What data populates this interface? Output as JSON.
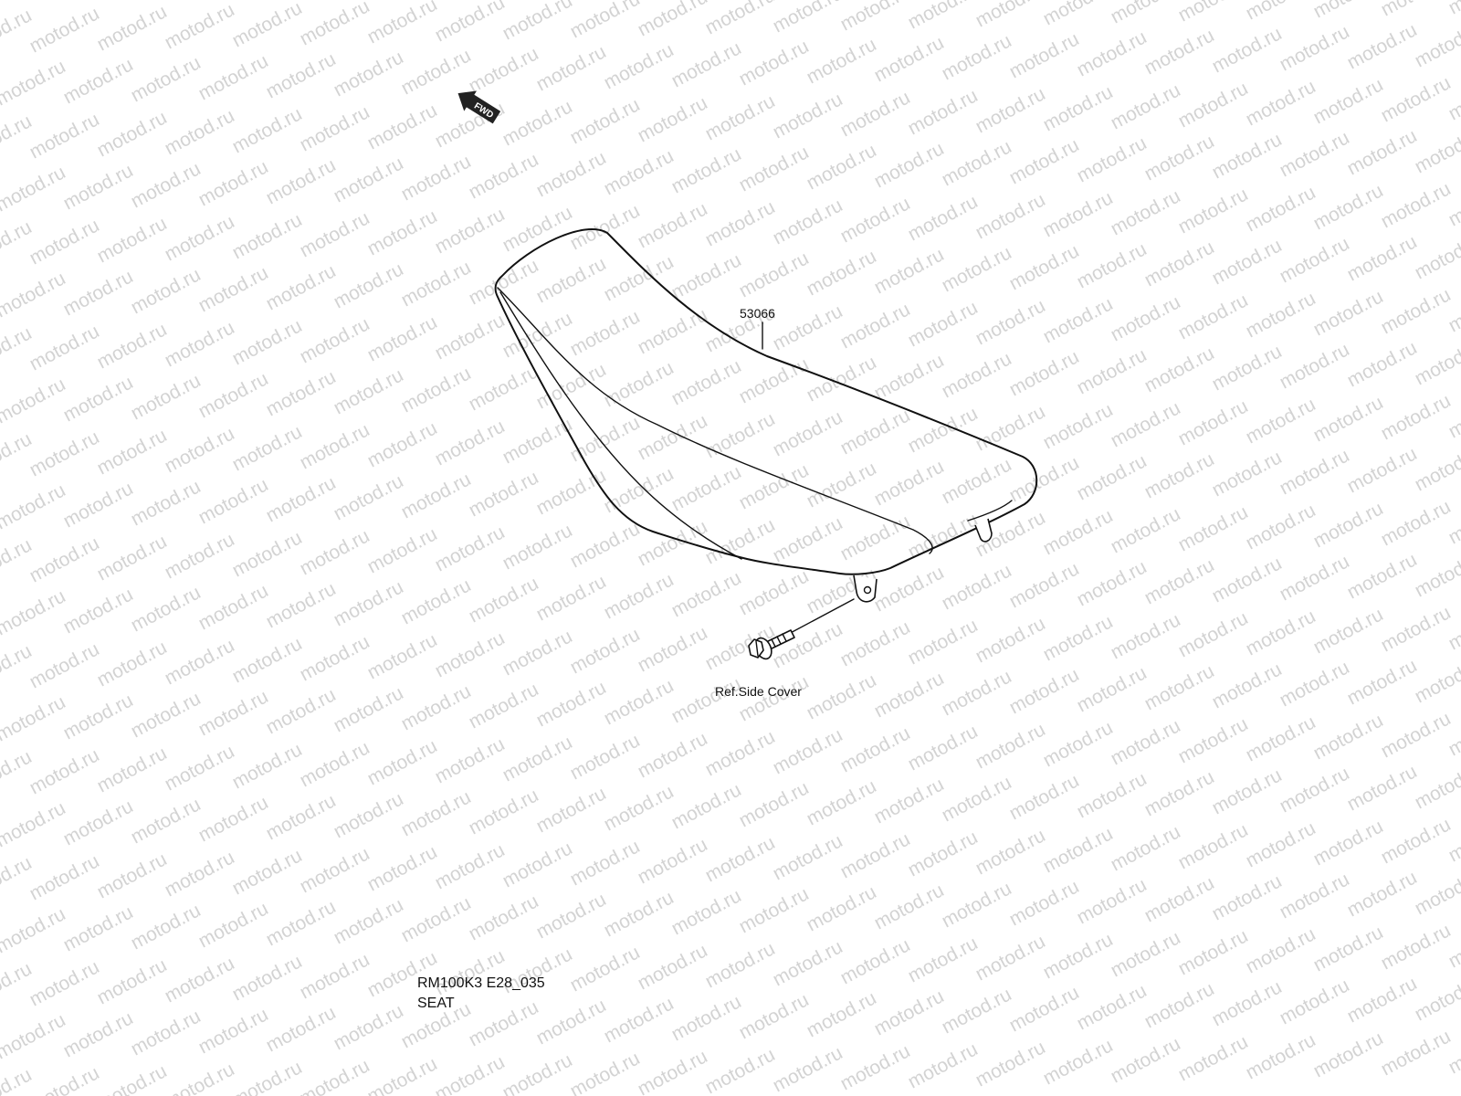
{
  "watermark": {
    "text": "motod.ru",
    "color": "#d3d3d3"
  },
  "fwd_arrow": {
    "label": "FWD"
  },
  "callouts": {
    "part_number": "53066",
    "reference": "Ref.Side Cover"
  },
  "caption": {
    "model_code": "RM100K3 E28_035",
    "title": "SEAT"
  },
  "icons": [
    "fwd-arrow-icon",
    "bolt-icon"
  ]
}
